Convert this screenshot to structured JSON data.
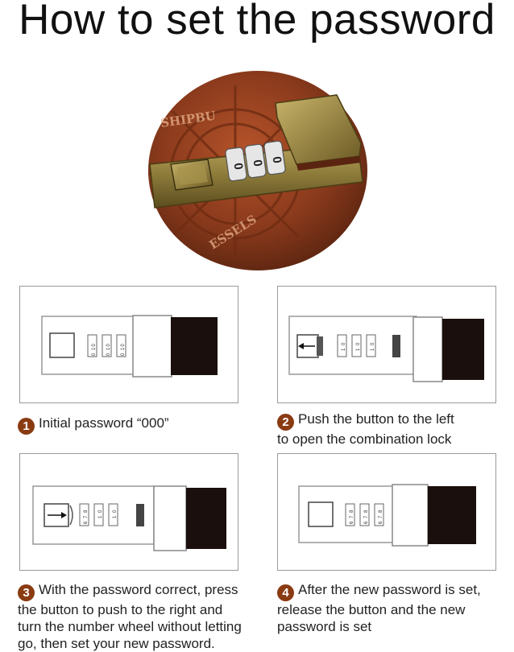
{
  "title": "How to set the password",
  "photo": {
    "stamp_text_top": "SHIPBU",
    "stamp_text_bottom": "ESSELS",
    "wheel_digits": [
      "0",
      "0",
      "0"
    ]
  },
  "diagram_digits": {
    "initial": [
      "0",
      "1",
      "0"
    ],
    "changed": [
      "8",
      "7",
      "6"
    ]
  },
  "steps": [
    {
      "number": "1",
      "lines": [
        "Initial password “000”"
      ]
    },
    {
      "number": "2",
      "lines": [
        "Push the button to the left",
        "to open the combination lock"
      ]
    },
    {
      "number": "3",
      "lines": [
        "With the password correct, press",
        "the button to push to the right and",
        "turn the number wheel without letting",
        "go, then set your new password."
      ]
    },
    {
      "number": "4",
      "lines": [
        "After the new password is set,",
        "release the button and the new",
        "password is set"
      ]
    }
  ],
  "colors": {
    "badge": "#8a3b12",
    "leather": "#8a3a1c",
    "brass": "#8c7a3a",
    "strap": "#1a0f0c"
  }
}
